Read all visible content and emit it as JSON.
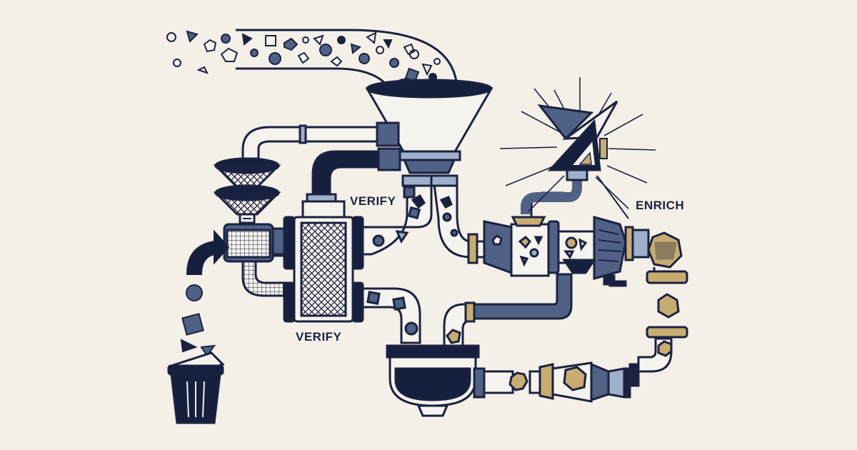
{
  "labels": {
    "verify_top": "VERIFY",
    "verify_bottom": "VERIFY",
    "enrich": "ENRICH"
  },
  "colors": {
    "background": "#f4f0e8",
    "ink": "#1b2240",
    "navy": "#16203e",
    "slate": "#4f6185",
    "light_slate": "#9fb0cb",
    "gold": "#c8ad72",
    "cream": "#f6f3ee"
  },
  "icons": [
    "raw-input-stream",
    "intake-funnel",
    "dual-strainer",
    "mesh-filter-chamber",
    "reject-arrow",
    "trash-bin",
    "crusher-machine",
    "collection-basin",
    "enrichment-crystal",
    "gold-gem"
  ]
}
